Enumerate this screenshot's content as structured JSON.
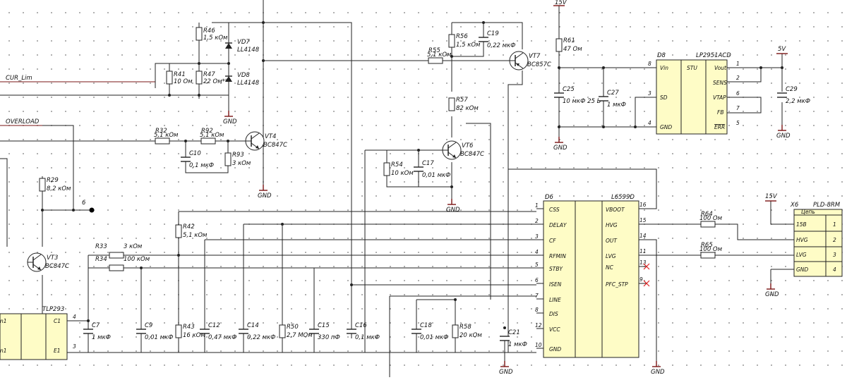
{
  "nets": {
    "cur_lim": "CUR_Lim",
    "overload": "OVERLOAD",
    "junction6": "6",
    "v15_top": "15V",
    "v5": "5V",
    "v15_x6": "15V",
    "gnd": "GND"
  },
  "ics": {
    "d8": {
      "ref": "D8",
      "part": "LP2951ACD",
      "center": "STU",
      "left_pins": [
        {
          "num": "8",
          "name": "Vin"
        },
        {
          "num": "3",
          "name": "SD"
        },
        {
          "num": "4",
          "name": "GND"
        }
      ],
      "right_pins": [
        {
          "num": "1",
          "name": "Vout"
        },
        {
          "num": "2",
          "name": "SENS"
        },
        {
          "num": "6",
          "name": "VTAP"
        },
        {
          "num": "7",
          "name": "FB"
        },
        {
          "num": "5",
          "name": "ERR"
        }
      ]
    },
    "d6": {
      "ref": "D6",
      "part": "L6599D",
      "left_pins": [
        {
          "num": "1",
          "name": "CSS"
        },
        {
          "num": "2",
          "name": "DELAY"
        },
        {
          "num": "3",
          "name": "CF"
        },
        {
          "num": "4",
          "name": "RFMIN"
        },
        {
          "num": "5",
          "name": "STBY"
        },
        {
          "num": "6",
          "name": "ISEN"
        },
        {
          "num": "7",
          "name": "LINE"
        },
        {
          "num": "8",
          "name": "DIS"
        },
        {
          "num": "12",
          "name": "VCC"
        },
        {
          "num": "10",
          "name": "GND"
        }
      ],
      "right_pins": [
        {
          "num": "16",
          "name": "VBOOT"
        },
        {
          "num": "15",
          "name": "HVG"
        },
        {
          "num": "14",
          "name": "OUT"
        },
        {
          "num": "11",
          "name": "LVG"
        },
        {
          "num": "13",
          "name": "NC"
        },
        {
          "num": "9",
          "name": "PFC_STP"
        }
      ]
    },
    "x6": {
      "ref": "X6",
      "part": "PLD-8RM",
      "header": "Цепь",
      "pins": [
        {
          "num": "1",
          "name": "15B"
        },
        {
          "num": "2",
          "name": "HVG"
        },
        {
          "num": "3",
          "name": "LVG"
        },
        {
          "num": "4",
          "name": "GND"
        }
      ]
    },
    "tlp": {
      "ref": "TLP293",
      "pins": [
        {
          "num": "4",
          "name": "C1"
        },
        {
          "num": "3",
          "name": "E1"
        }
      ],
      "left_pins": [
        "n1",
        "n1"
      ]
    }
  },
  "resistors": [
    {
      "ref": "R46",
      "value": "1,5 кОм"
    },
    {
      "ref": "R47",
      "value": "22 Ом***"
    },
    {
      "ref": "R41",
      "value": "10 Ом"
    },
    {
      "ref": "R32",
      "value": "5,1 кОм"
    },
    {
      "ref": "R92",
      "value": "5,1 кОм"
    },
    {
      "ref": "R93",
      "value": "3 кОм"
    },
    {
      "ref": "R29",
      "value": "8,2 кОм"
    },
    {
      "ref": "R55",
      "value": "5,1 кОм"
    },
    {
      "ref": "R56",
      "value": "1,5 кОм"
    },
    {
      "ref": "R61",
      "value": "47 Ом"
    },
    {
      "ref": "R57",
      "value": "82 кОм"
    },
    {
      "ref": "R54",
      "value": "10 кОм"
    },
    {
      "ref": "R42",
      "value": "5,1 кОм"
    },
    {
      "ref": "R33",
      "value": "3 кОм"
    },
    {
      "ref": "R34",
      "value": "100 кОм"
    },
    {
      "ref": "R43",
      "value": "16 кОм"
    },
    {
      "ref": "R50",
      "value": "2,7 МОм"
    },
    {
      "ref": "R58",
      "value": "20 кОм"
    },
    {
      "ref": "R64",
      "value": "100 Ом"
    },
    {
      "ref": "R65",
      "value": "100 Ом"
    }
  ],
  "capacitors": [
    {
      "ref": "C10",
      "value": "0,1 мкФ"
    },
    {
      "ref": "C19",
      "value": "0,22 мкФ"
    },
    {
      "ref": "C25",
      "value": "10 мкФ 25 В"
    },
    {
      "ref": "C27",
      "value": "1 мкФ"
    },
    {
      "ref": "C29",
      "value": "2,2 мкФ"
    },
    {
      "ref": "C17",
      "value": "0,01 мкФ"
    },
    {
      "ref": "C7",
      "value": "1 мкФ"
    },
    {
      "ref": "C9",
      "value": "0,01 мкФ"
    },
    {
      "ref": "C12",
      "value": "0,47 мкФ"
    },
    {
      "ref": "C14",
      "value": "0,22 мкФ"
    },
    {
      "ref": "C15",
      "value": "330 пФ"
    },
    {
      "ref": "C16",
      "value": "0,1 мкФ"
    },
    {
      "ref": "C18",
      "value": "0,01 мкФ"
    },
    {
      "ref": "C21",
      "value": "1 мкФ"
    }
  ],
  "diodes": [
    {
      "ref": "VD7",
      "value": "LL4148"
    },
    {
      "ref": "VD8",
      "value": "LL4148"
    }
  ],
  "transistors": [
    {
      "ref": "VT4",
      "value": "BC847C"
    },
    {
      "ref": "VT7",
      "value": "BC857C"
    },
    {
      "ref": "VT6",
      "value": "BC847C"
    },
    {
      "ref": "VT3",
      "value": "BC847C"
    }
  ]
}
